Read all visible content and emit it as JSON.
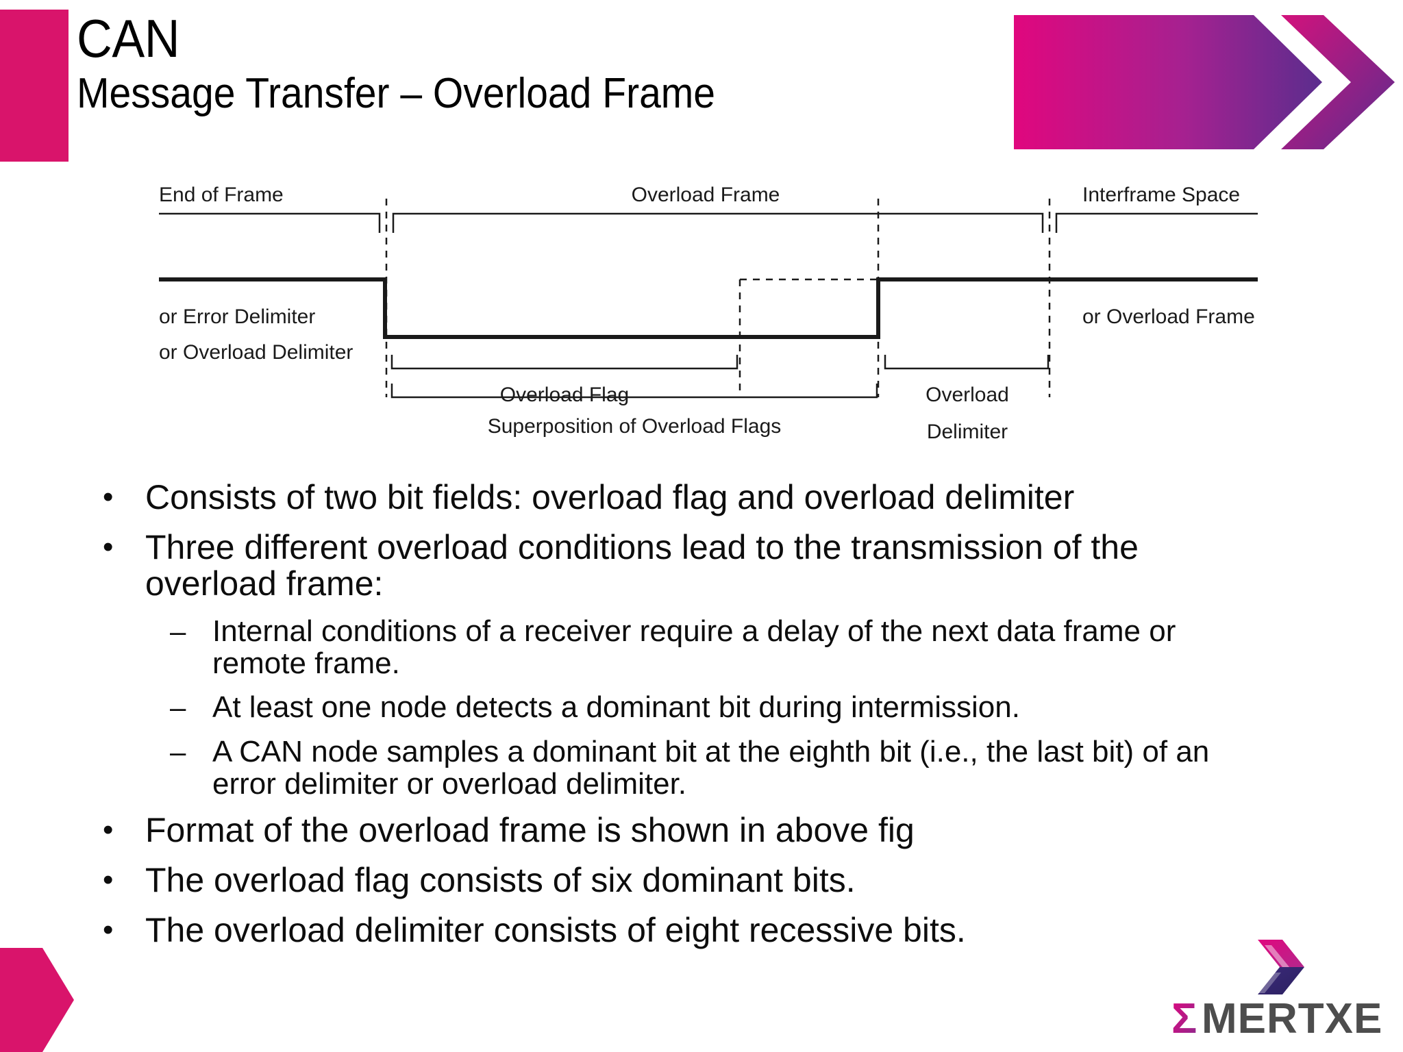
{
  "header": {
    "title": "CAN",
    "subtitle": "Message Transfer – Overload Frame",
    "accent_color": "#d9146b",
    "gradient_from": "#e0077e",
    "gradient_to": "#5b2d8e"
  },
  "diagram": {
    "name": "can-overload-frame-timing-diagram",
    "labels": {
      "end_of_frame": "End of Frame",
      "overload_frame_top": "Overload Frame",
      "interframe_space": "Interframe Space",
      "or_error_delimiter": "or Error Delimiter",
      "or_overload_delimiter": "or Overload Delimiter",
      "or_overload_frame": "or Overload Frame",
      "overload_flag": "Overload Flag",
      "overload_delimiter_line1": "Overload",
      "overload_delimiter_line2": "Delimiter",
      "superposition": "Superposition of Overload Flags"
    }
  },
  "body": {
    "bullets": [
      {
        "level": 1,
        "marker": "•",
        "text": "Consists of two bit fields: overload flag and overload delimiter"
      },
      {
        "level": 1,
        "marker": "•",
        "text": "Three different overload conditions lead to the transmission of the overload frame:"
      },
      {
        "level": 2,
        "marker": "–",
        "text": "Internal conditions of a receiver require a delay of the next data frame or remote frame."
      },
      {
        "level": 2,
        "marker": "–",
        "text": "At least one node detects a dominant bit during intermission."
      },
      {
        "level": 2,
        "marker": "–",
        "text": "A CAN node samples a dominant bit at the eighth bit (i.e., the last bit) of an error delimiter or overload delimiter."
      },
      {
        "level": 1,
        "marker": "•",
        "text": "Format of the overload frame is shown in above fig"
      },
      {
        "level": 1,
        "marker": "•",
        "text": "The overload flag consists of six dominant bits."
      },
      {
        "level": 1,
        "marker": "•",
        "text": "The overload delimiter consists of eight recessive bits."
      }
    ]
  },
  "footer": {
    "brand_name": "MERTXE",
    "brand_sigma": "Σ",
    "brand_text_color": "#4d4d4d",
    "accent_color": "#d9146b"
  }
}
